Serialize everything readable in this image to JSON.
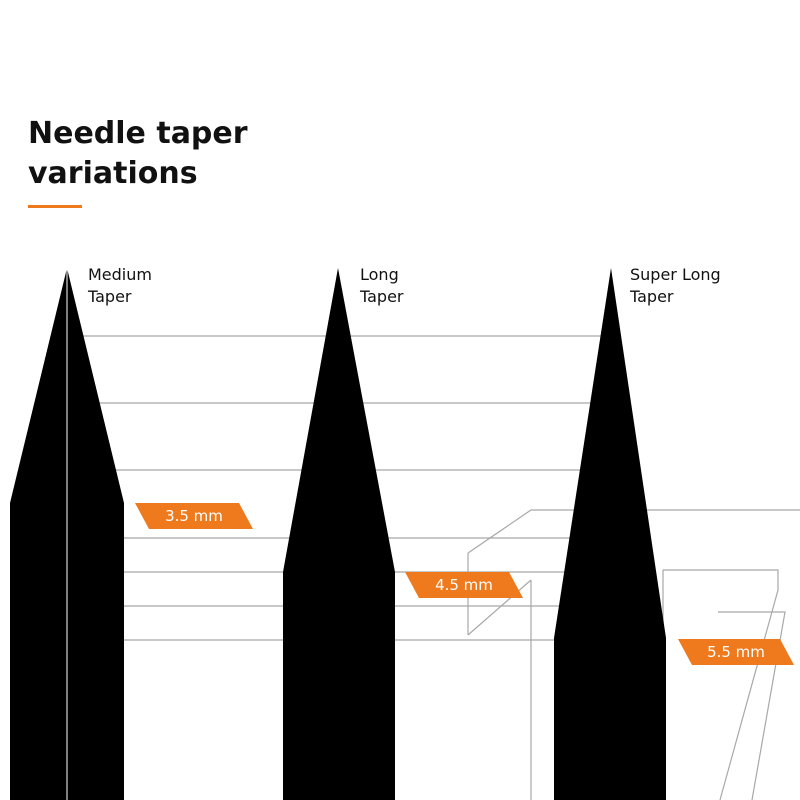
{
  "title_lines": [
    "Needle taper",
    "variations"
  ],
  "colors": {
    "accent": "#ee7a1d",
    "needle": "#000000",
    "guide_line": "#a8a8a8",
    "text": "#111111"
  },
  "needles": [
    {
      "label_lines": [
        "Medium",
        "Taper"
      ],
      "taper_length": "3.5 mm"
    },
    {
      "label_lines": [
        "Long",
        "Taper"
      ],
      "taper_length": "4.5 mm"
    },
    {
      "label_lines": [
        "Super Long",
        "Taper"
      ],
      "taper_length": "5.5 mm"
    }
  ]
}
